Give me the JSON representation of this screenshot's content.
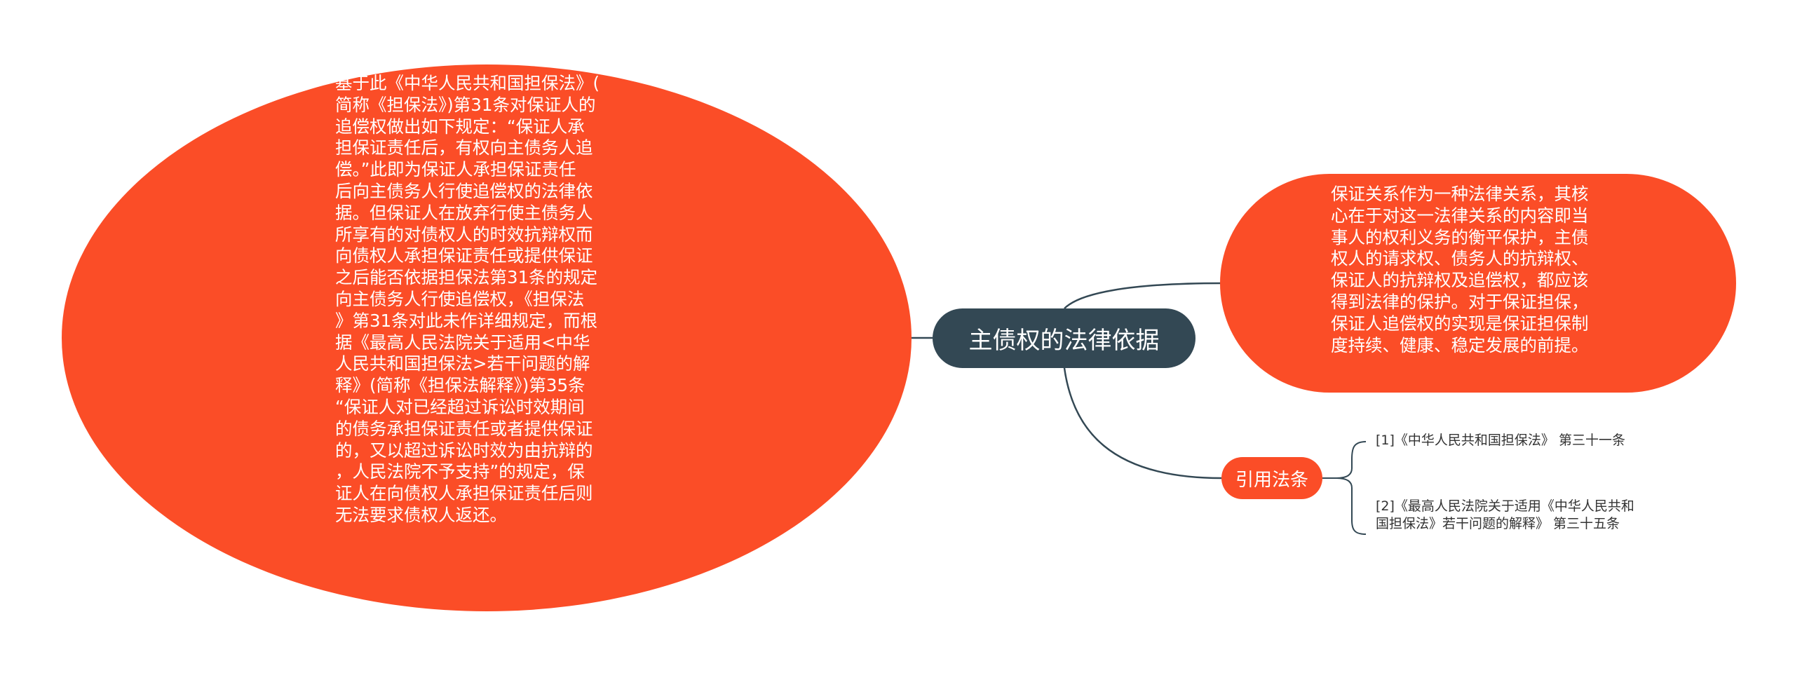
{
  "colors": {
    "root_bg": "#334854",
    "topic_bg": "#fb4d27",
    "link": "#334854",
    "ref_text": "#333333"
  },
  "root": {
    "label": "主债权的法律依据"
  },
  "left_topic": {
    "lines": [
      "基于此《中华人民共和国担保法》(",
      "简称《担保法》)第31条对保证人的",
      "追偿权做出如下规定：“保证人承",
      "担保证责任后，有权向主债务人追",
      "偿。”此即为保证人承担保证责任",
      "后向主债务人行使追偿权的法律依",
      "据。但保证人在放弃行使主债务人",
      "所享有的对债权人的时效抗辩权而",
      "向债权人承担保证责任或提供保证",
      "之后能否依据担保法第31条的规定",
      "向主债务人行使追偿权，《担保法",
      "》第31条对此未作详细规定，而根",
      "据《最高人民法院关于适用<中华",
      "人民共和国担保法>若干问题的解",
      "释》(简称《担保法解释》)第35条",
      "“保证人对已经超过诉讼时效期间",
      "的债务承担保证责任或者提供保证",
      "的，又以超过诉讼时效为由抗辩的",
      "，人民法院不予支持”的规定，保",
      "证人在向债权人承担保证责任后则",
      "无法要求债权人返还。"
    ]
  },
  "right_topic": {
    "lines": [
      "保证关系作为一种法律关系，其核",
      "心在于对这一法律关系的内容即当",
      "事人的权利义务的衡平保护，主债",
      "权人的请求权、债务人的抗辩权、",
      "保证人的抗辩权及追偿权，都应该",
      "得到法律的保护。对于保证担保，",
      "保证人追偿权的实现是保证担保制",
      "度持续、健康、稳定发展的前提。"
    ]
  },
  "citations": {
    "label": "引用法条",
    "refs": [
      {
        "lines": [
          "[1]《中华人民共和国担保法》 第三十一条"
        ]
      },
      {
        "lines": [
          "[2]《最高人民法院关于适用《中华人民共和",
          "国担保法》若干问题的解释》 第三十五条"
        ]
      }
    ]
  }
}
